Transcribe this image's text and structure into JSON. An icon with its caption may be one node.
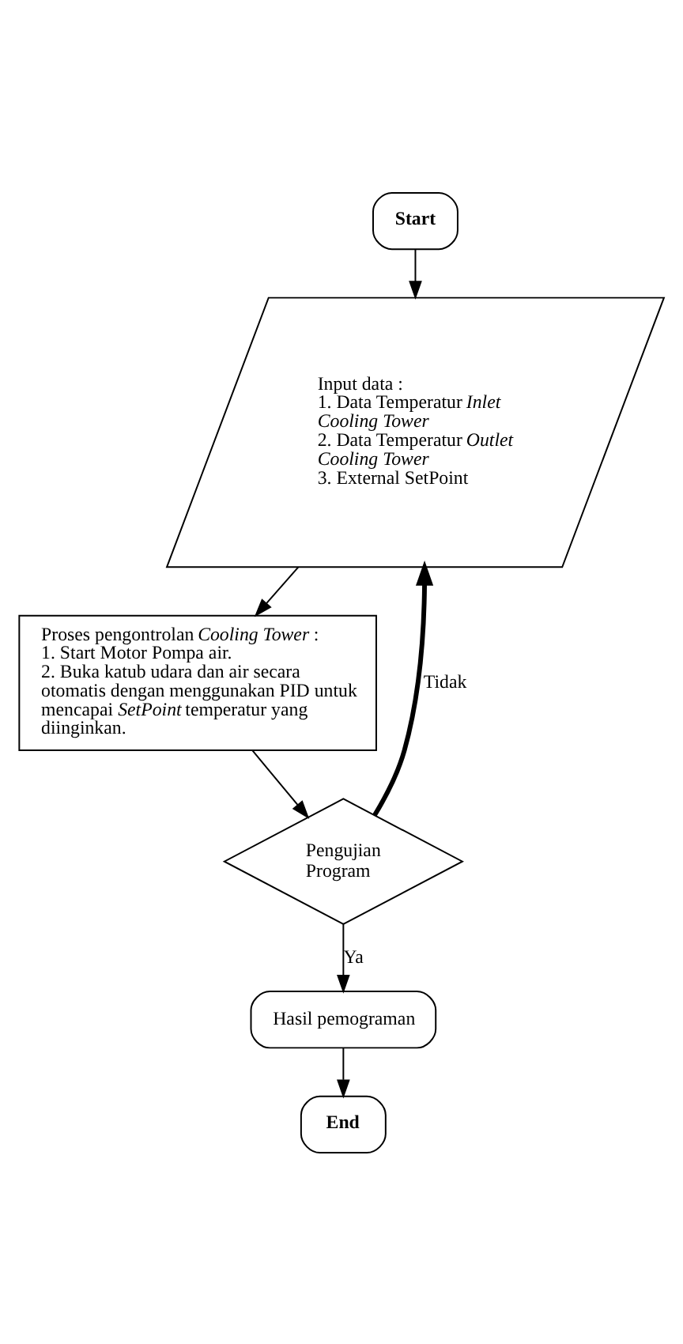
{
  "diagram": {
    "nodes": [
      {
        "text": [
          "Start"
        ]
      },
      {
        "text": [
          "Input data :",
          "1. Data Temperatur *Inlet Cooling Tower*",
          "2. Data Temperatur *Outlet Cooling Tower*",
          "3. External SetPoint"
        ]
      },
      {
        "text": [
          "Proses pengontrolan *Cooling Tower* :",
          "1. Start Motor Pompa air.",
          "2. Buka katub udara dan air secara otomatis dengan menggunakan PID untuk mencapai *SetPoint* temperatur yang diinginkan."
        ]
      },
      {
        "text": [
          "Pengujian Program"
        ]
      },
      {
        "text": [
          "Hasil pemograman"
        ]
      },
      {
        "text": [
          "End"
        ]
      }
    ],
    "edges": [
      {
        "from": 0,
        "to": 1,
        "arrow": "to"
      },
      {
        "from": 1,
        "to": 2,
        "arrow": "to"
      },
      {
        "from": 2,
        "to": 3,
        "arrow": "to"
      },
      {
        "from": 3,
        "to": 1,
        "arrow": "to",
        "label": "Tidak",
        "style": "thick"
      },
      {
        "from": 3,
        "to": 4,
        "arrow": "to",
        "label": "Ya"
      },
      {
        "from": 4,
        "to": 5,
        "arrow": "to"
      }
    ]
  }
}
